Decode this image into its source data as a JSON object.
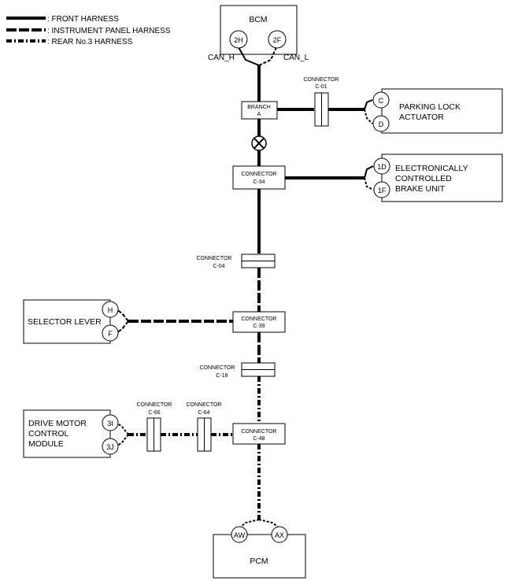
{
  "legend": {
    "front_harness": ": FRONT HARNESS",
    "instrument_panel_harness": ": INSTRUMENT PANEL HARNESS",
    "rear_no3_harness": ": REAR No.3 HARNESS"
  },
  "bcm": {
    "label": "BCM",
    "pin_left": "2H",
    "pin_right": "2F",
    "signal_left": "CAN_H",
    "signal_right": "CAN_L"
  },
  "branch_a": {
    "line1": "BRANCH",
    "line2": "A"
  },
  "connector_c01": {
    "line1": "CONNECTOR",
    "line2": "C-01"
  },
  "parking_lock_actuator": {
    "line1": "PARKING LOCK",
    "line2": "ACTUATOR",
    "pin_top": "C",
    "pin_bottom": "D"
  },
  "connector_c34": {
    "line1": "CONNECTOR",
    "line2": "C-34"
  },
  "brake_unit": {
    "line1": "ELECTRONICALLY",
    "line2": "CONTROLLED",
    "line3": "BRAKE UNIT",
    "pin_top": "1D",
    "pin_bottom": "1F"
  },
  "connector_c04": {
    "line1": "CONNECTOR",
    "line2": "C-04"
  },
  "selector_lever": {
    "label": "SELECTOR LEVER",
    "pin_top": "H",
    "pin_bottom": "F"
  },
  "connector_c39": {
    "line1": "CONNECTOR",
    "line2": "C-39"
  },
  "connector_c18": {
    "line1": "CONNECTOR",
    "line2": "C-18"
  },
  "drive_motor_control_module": {
    "line1": "DRIVE MOTOR",
    "line2": "CONTROL",
    "line3": "MODULE",
    "pin_top": "3I",
    "pin_bottom": "3J"
  },
  "connector_c66": {
    "line1": "CONNECTOR",
    "line2": "C-66"
  },
  "connector_c64": {
    "line1": "CONNECTOR",
    "line2": "C-64"
  },
  "connector_c48": {
    "line1": "CONNECTOR",
    "line2": "C-48"
  },
  "pcm": {
    "label": "PCM",
    "pin_left": "AW",
    "pin_right": "AX"
  }
}
